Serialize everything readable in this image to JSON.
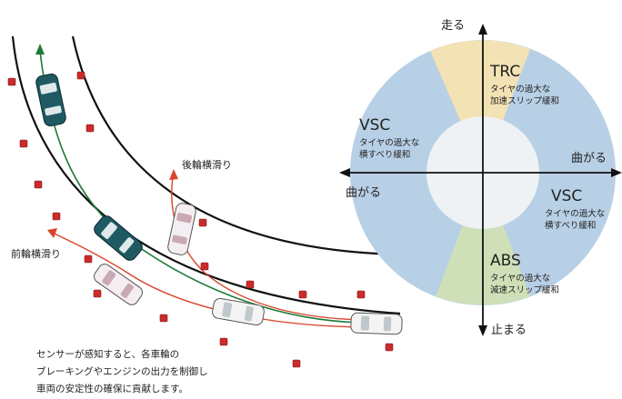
{
  "road_labels": {
    "rear_skid": "後輪横滑り",
    "front_skid": "前輪横滑り"
  },
  "caption": [
    "センサーが感知すると、各車輪の",
    "ブレーキングやエンジンの出力を制御し",
    "車両の安定性の確保に貢献します。"
  ],
  "axes": {
    "top": "走る",
    "bottom": "止まる",
    "left": "曲がる",
    "right": "曲がる"
  },
  "sectors": {
    "trc": {
      "title": "TRC",
      "line1": "タイヤの過大な",
      "line2": "加速スリップ緩和"
    },
    "vsc_left": {
      "title": "VSC",
      "line1": "タイヤの過大な",
      "line2": "横すべり緩和"
    },
    "vsc_right": {
      "title": "VSC",
      "line1": "タイヤの過大な",
      "line2": "横すべり緩和"
    },
    "abs": {
      "title": "ABS",
      "line1": "タイヤの過大な",
      "line2": "減速スリップ緩和"
    }
  },
  "colors": {
    "ring_blue": "#b8d0e6",
    "trc_sector": "#f3e2b3",
    "abs_sector": "#cfe0b8",
    "inner_disc": "#eef2f4",
    "path_green": "#1e7a3a",
    "path_red": "#d9442b",
    "car_dark": "#1f5a63",
    "cone_red": "#cc2b2b"
  }
}
